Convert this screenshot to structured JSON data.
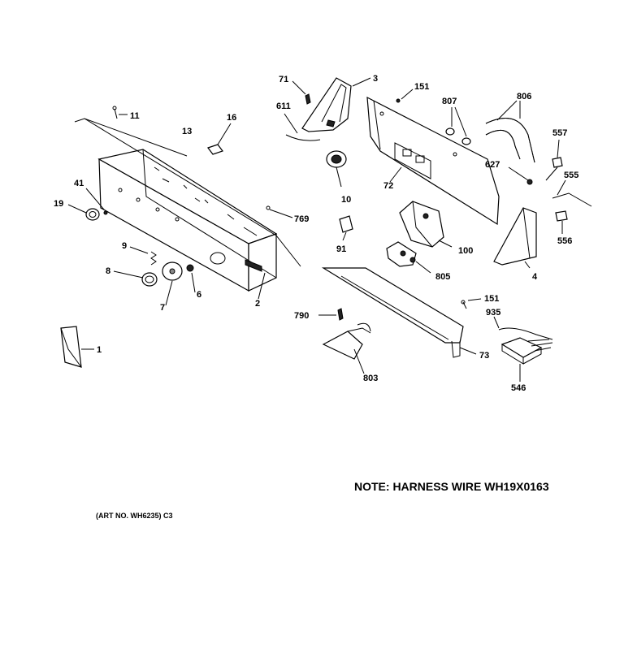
{
  "labels": {
    "p1": "1",
    "p2": "2",
    "p3": "3",
    "p4": "4",
    "p6": "6",
    "p7": "7",
    "p8": "8",
    "p9": "9",
    "p10": "10",
    "p11": "11",
    "p13": "13",
    "p16": "16",
    "p19": "19",
    "p41": "41",
    "p71": "71",
    "p72": "72",
    "p73": "73",
    "p91": "91",
    "p100": "100",
    "p151a": "151",
    "p151b": "151",
    "p546": "546",
    "p555": "555",
    "p556": "556",
    "p557": "557",
    "p611": "611",
    "p627": "627",
    "p769": "769",
    "p790": "790",
    "p803": "803",
    "p805": "805",
    "p806": "806",
    "p807": "807",
    "p935": "935"
  },
  "note": "NOTE: HARNESS WIRE WH19X0163",
  "art_no": "(ART NO. WH6235) C3"
}
